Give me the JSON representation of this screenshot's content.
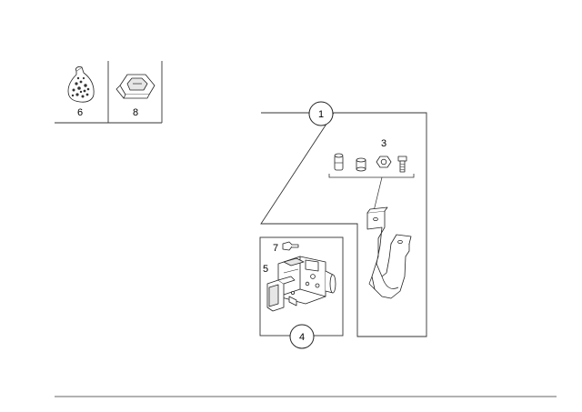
{
  "callouts": {
    "c1": "1",
    "c3": "3",
    "c4": "4",
    "c5": "5",
    "c6": "6",
    "c7": "7",
    "c8": "8"
  },
  "icons": {
    "hardware_bag": "hardware-bag-icon",
    "bracket_tray": "bracket-tray-icon",
    "abs_unit": "hydraulic-unit-icon",
    "mount_bracket": "mounting-bracket-icon"
  }
}
